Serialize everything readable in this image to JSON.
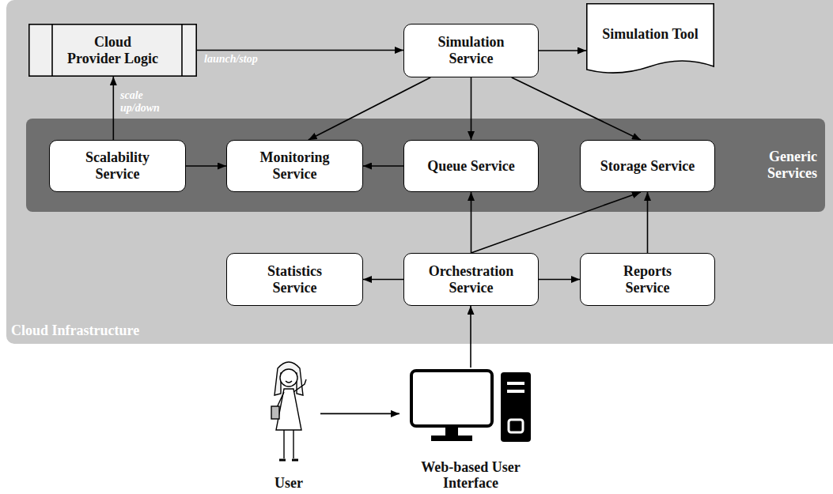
{
  "diagram": {
    "nodes": [
      {
        "text": [
          "Cloud Infrastructure"
        ]
      },
      {
        "text": [
          "Cloud Provider Logic"
        ],
        "in": 0
      },
      {
        "text": [
          "Simulation Service"
        ],
        "in": 0
      },
      {
        "text": [
          "Simulation Tool"
        ],
        "in": 0
      },
      {
        "text": [
          "Generic Services"
        ],
        "in": 0
      },
      {
        "text": [
          "Scalability Service"
        ],
        "in": 4
      },
      {
        "text": [
          "Monitoring Service"
        ],
        "in": 4
      },
      {
        "text": [
          "Queue Service"
        ],
        "in": 4
      },
      {
        "text": [
          "Storage Service"
        ],
        "in": 4
      },
      {
        "text": [
          "Statistics Service"
        ],
        "in": 0
      },
      {
        "text": [
          "Orchestration Service"
        ],
        "in": 0
      },
      {
        "text": [
          "Reports Service"
        ],
        "in": 0
      },
      {
        "text": [
          "User"
        ]
      },
      {
        "text": [
          "Web-based User Interface"
        ]
      }
    ],
    "edges": [
      {
        "from": 1,
        "to": 2,
        "label": "launch/stop",
        "arrow": "to"
      },
      {
        "from": 2,
        "to": 3,
        "arrow": "to"
      },
      {
        "from": 2,
        "to": 6,
        "arrow": "to"
      },
      {
        "from": 2,
        "to": 7,
        "arrow": "to"
      },
      {
        "from": 2,
        "to": 8,
        "arrow": "to"
      },
      {
        "from": 5,
        "to": 1,
        "label": "scale up/down",
        "arrow": "to"
      },
      {
        "from": 5,
        "to": 6,
        "arrow": "to"
      },
      {
        "from": 7,
        "to": 6,
        "arrow": "to"
      },
      {
        "from": 10,
        "to": 7,
        "arrow": "to"
      },
      {
        "from": 10,
        "to": 8,
        "arrow": "to"
      },
      {
        "from": 11,
        "to": 8,
        "arrow": "to"
      },
      {
        "from": 10,
        "to": 9,
        "arrow": "to"
      },
      {
        "from": 10,
        "to": 11,
        "arrow": "to"
      },
      {
        "from": 13,
        "to": 10,
        "arrow": "to"
      },
      {
        "from": 12,
        "to": 13,
        "arrow": "to"
      }
    ]
  }
}
